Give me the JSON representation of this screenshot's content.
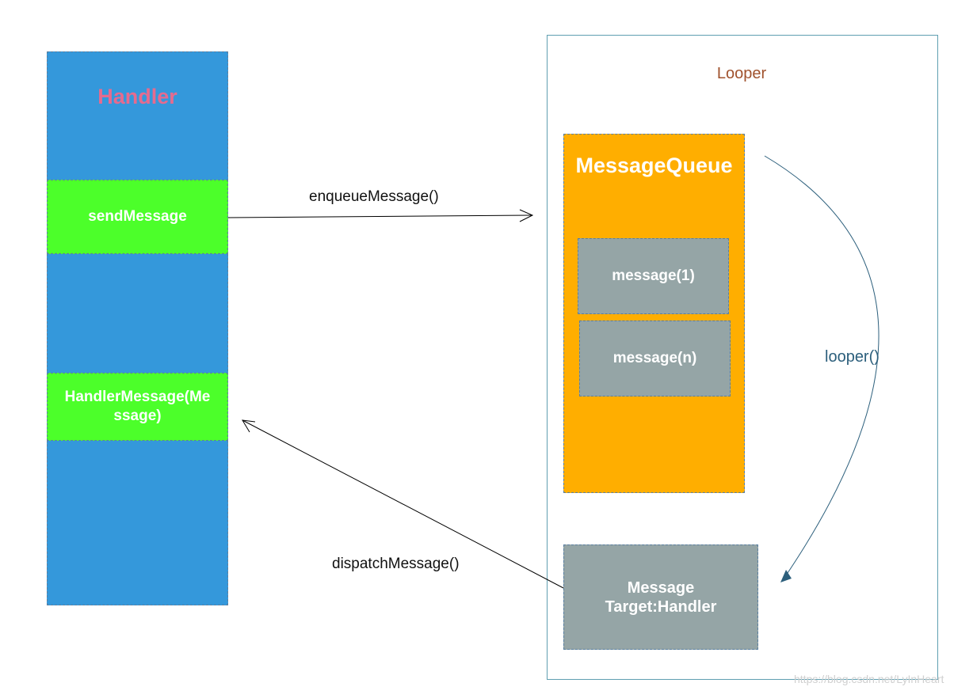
{
  "handler": {
    "title": "Handler",
    "send": "sendMessage",
    "handle_line1": "HandlerMessage(Me",
    "handle_line2": "ssage)"
  },
  "looper": {
    "title": "Looper",
    "queue": {
      "title": "MessageQueue",
      "messages": [
        "message(1)",
        "message(n)"
      ]
    },
    "target": {
      "line1": "Message",
      "line2": "Target:Handler"
    }
  },
  "arrows": {
    "enqueue": "enqueueMessage()",
    "dispatch": "dispatchMessage()",
    "loop": "looper()"
  },
  "watermark": "https://blog.csdn.net/LyInHeart",
  "colors": {
    "handler_fill": "#3498db",
    "handler_title": "#e56b8f",
    "method_fill": "#4cff2a",
    "queue_fill": "#ffae00",
    "message_fill": "#95a5a6",
    "looper_border": "#5f9fb1",
    "looper_title": "#a0522d",
    "loop_arrow": "#2c5f7c"
  }
}
